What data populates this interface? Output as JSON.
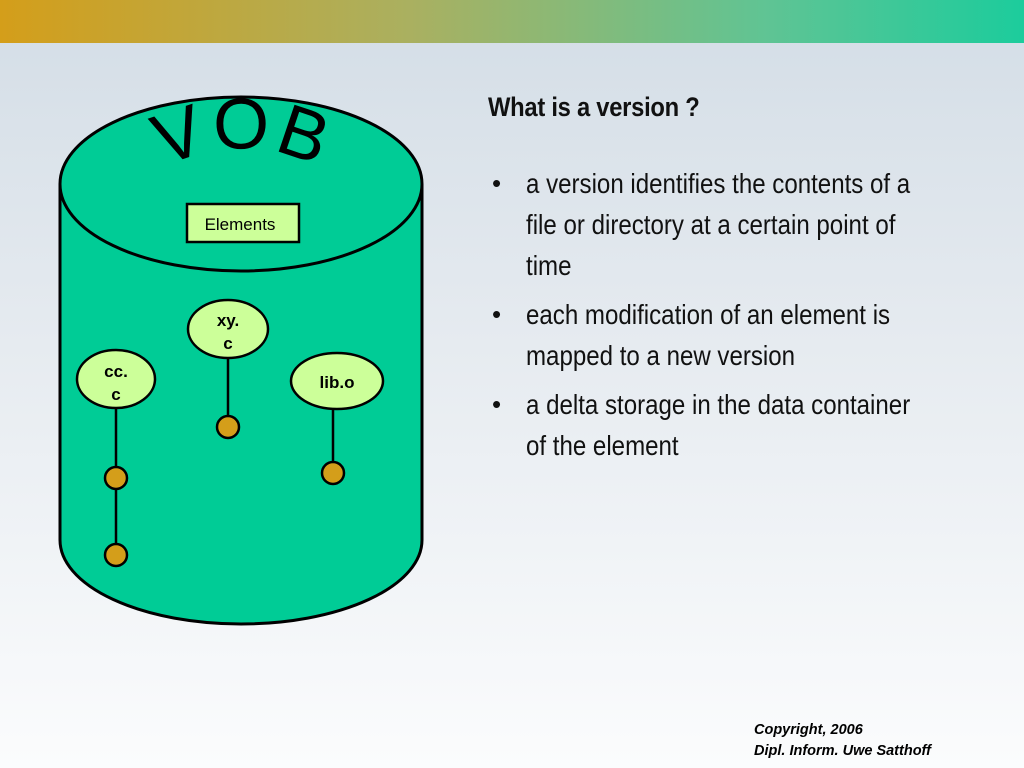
{
  "slide": {
    "title": "What is a version ?",
    "bullets": [
      "a version identifies the contents of a file or directory at a certain point of time",
      "each modification of an element is mapped to a new version",
      "a delta storage in the data container of the element"
    ],
    "copyright_line1": "Copyright, 2006",
    "copyright_line2": "Dipl. Inform. Uwe Satthoff"
  },
  "diagram": {
    "cylinder_label": "VOB",
    "elements_box_label": "Elements",
    "elements": [
      {
        "label_line1": "cc.",
        "label_line2": "c",
        "versions": 2
      },
      {
        "label_line1": "xy.",
        "label_line2": "c",
        "versions": 1
      },
      {
        "label_line1": "lib.o",
        "label_line2": "",
        "versions": 1
      }
    ],
    "colors": {
      "cylinder_fill": "#00cc96",
      "element_fill": "#ccff99",
      "version_fill": "#d49e1a",
      "outline": "#000000"
    }
  }
}
